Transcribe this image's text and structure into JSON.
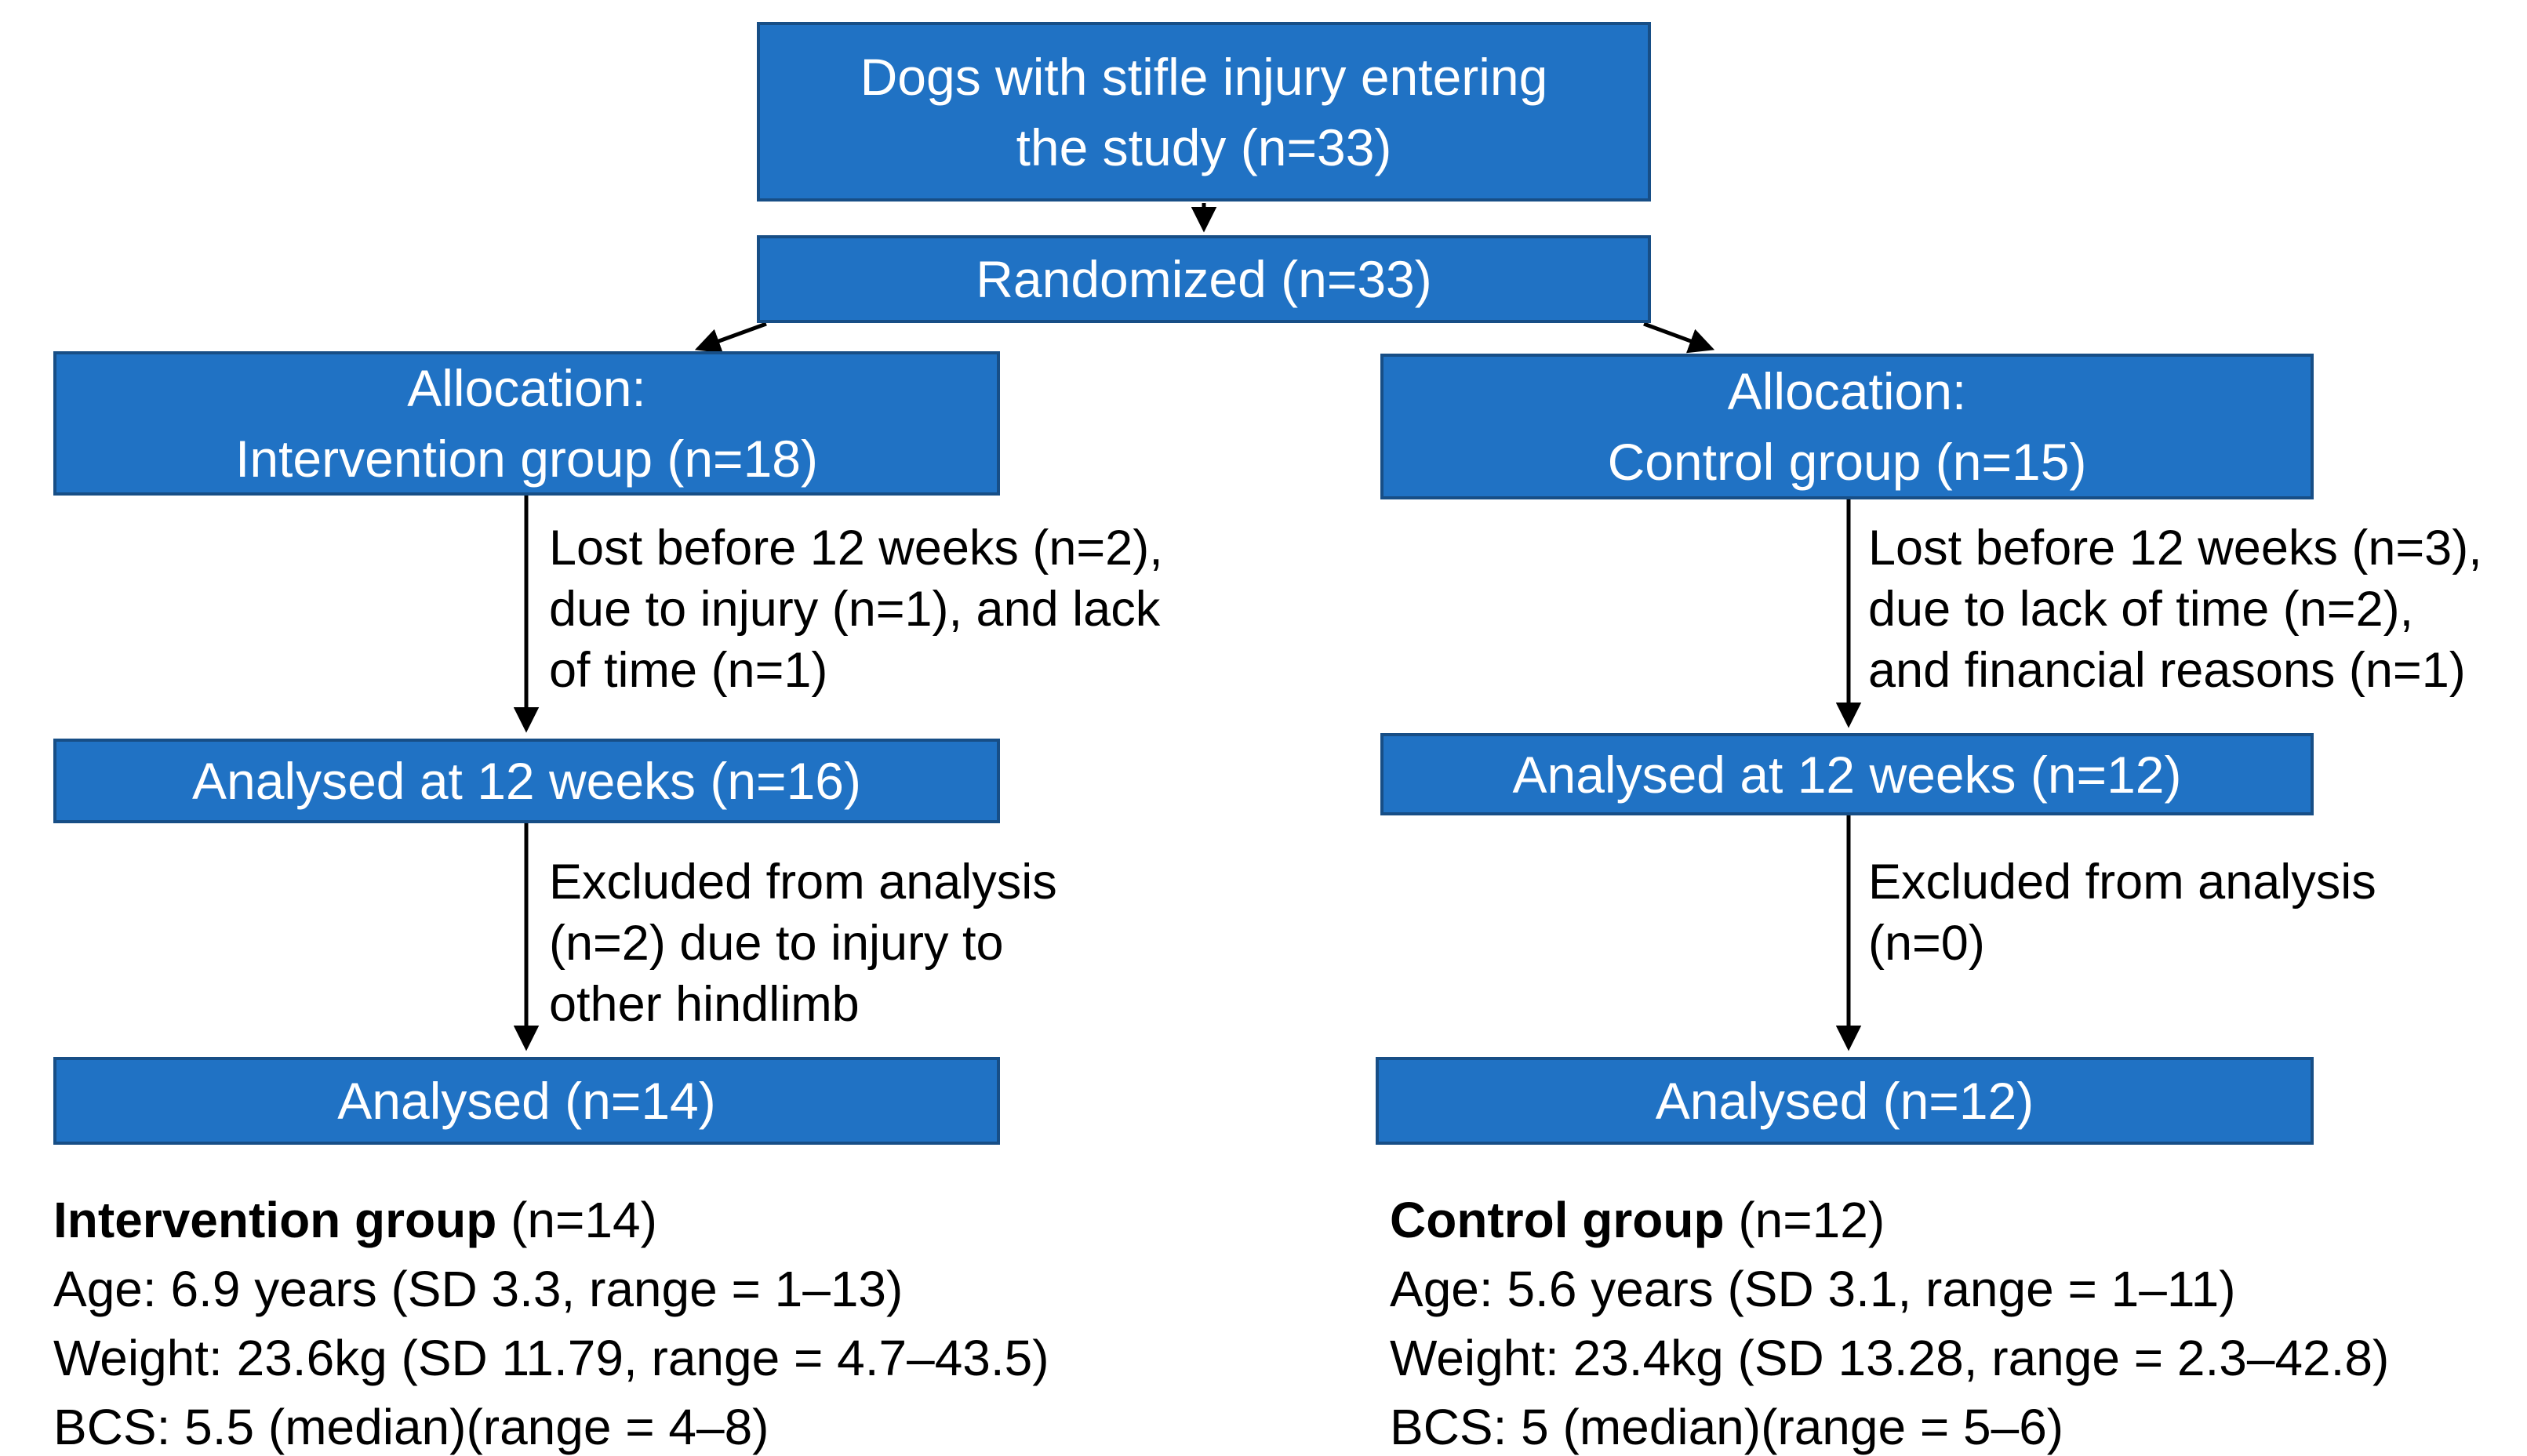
{
  "flowchart": {
    "entry_box": {
      "line1": "Dogs with stifle injury entering",
      "line2": "the study (n=33)"
    },
    "randomized_box": {
      "label": "Randomized (n=33)"
    },
    "allocation_intervention_box": {
      "line1": "Allocation:",
      "line2": "Intervention group (n=18)"
    },
    "allocation_control_box": {
      "line1": "Allocation:",
      "line2": "Control group (n=15)"
    },
    "lost_intervention_note": {
      "line1": "Lost before 12 weeks (n=2),",
      "line2": "due to injury (n=1), and lack",
      "line3": "of time (n=1)"
    },
    "lost_control_note": {
      "line1": "Lost before 12 weeks (n=3),",
      "line2": "due to lack of time (n=2),",
      "line3": "and financial reasons (n=1)"
    },
    "analysed12_intervention_box": {
      "label": "Analysed at 12 weeks (n=16)"
    },
    "analysed12_control_box": {
      "label": "Analysed at 12 weeks (n=12)"
    },
    "excluded_intervention_note": {
      "line1": "Excluded from analysis",
      "line2": "(n=2) due to injury to",
      "line3": "other hindlimb"
    },
    "excluded_control_note": {
      "line1": "Excluded from analysis",
      "line2": "(n=0)"
    },
    "analysed_intervention_box": {
      "label": "Analysed (n=14)"
    },
    "analysed_control_box": {
      "label": "Analysed (n=12)"
    },
    "intervention_summary": {
      "title": "Intervention group",
      "count": " (n=14)",
      "age": "Age: 6.9 years (SD 3.3, range = 1–13)",
      "weight": "Weight: 23.6kg (SD 11.79, range = 4.7–43.5)",
      "bcs": "BCS: 5.5 (median)(range = 4–8)"
    },
    "control_summary": {
      "title": "Control group",
      "count": " (n=12)",
      "age": "Age: 5.6 years (SD 3.1, range = 1–11)",
      "weight": "Weight: 23.4kg (SD 13.28, range = 2.3–42.8)",
      "bcs": "BCS: 5 (median)(range = 5–6)"
    },
    "colors": {
      "box_fill": "#2072C4",
      "box_border": "#174E86",
      "box_text": "#FFFFFF",
      "note_text": "#000000",
      "arrow": "#000000",
      "background": "#FFFFFF"
    }
  }
}
